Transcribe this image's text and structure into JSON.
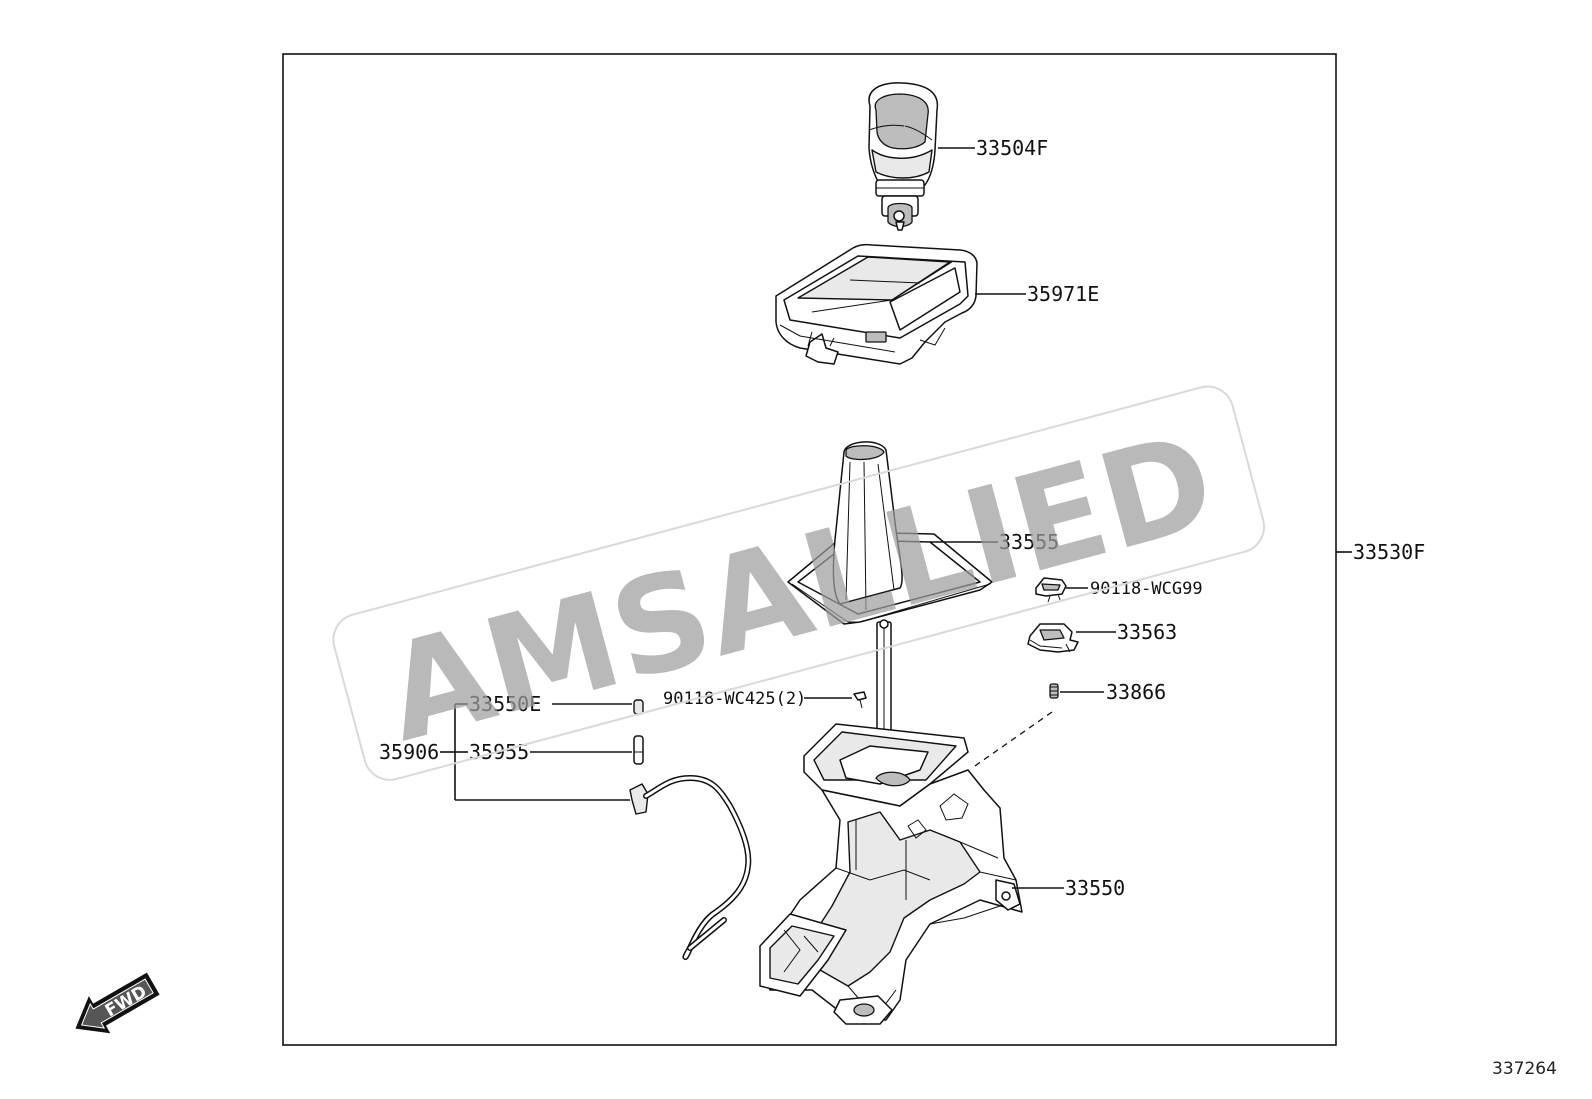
{
  "diagram": {
    "frame_label": "33530F",
    "group_label": "35906",
    "callouts": {
      "knob": "33504F",
      "bezel": "35971E",
      "boot": "33555",
      "clip_top": "90118-WCG99",
      "holder": "33563",
      "spring": "33866",
      "screw": "90118-WC425(2)",
      "sub_pin": "33550E",
      "sub_rod": "35955",
      "shifter": "33550"
    },
    "watermark": "AMSALLIED",
    "direction_badge": "FWD",
    "illustration_id": "337264"
  }
}
